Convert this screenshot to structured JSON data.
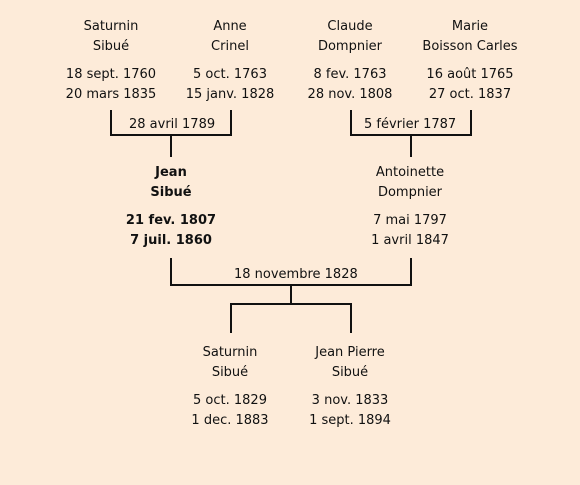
{
  "grandparents": [
    {
      "first": "Saturnin",
      "last": "Sibué",
      "born": "18 sept. 1760",
      "died": "20 mars 1835"
    },
    {
      "first": "Anne",
      "last": "Crinel",
      "born": "5 oct. 1763",
      "died": "15 janv. 1828"
    },
    {
      "first": "Claude",
      "last": "Dompnier",
      "born": "8 fev. 1763",
      "died": "28 nov. 1808"
    },
    {
      "first": "Marie",
      "last": "Boisson Carles",
      "born": "16 août 1765",
      "died": "27 oct. 1837"
    }
  ],
  "grandparent_marriages": [
    "28 avril 1789",
    "5 février 1787"
  ],
  "parents": [
    {
      "first": "Jean",
      "last": "Sibué",
      "born": "21 fev. 1807",
      "died": "7 juil. 1860"
    },
    {
      "first": "Antoinette",
      "last": "Dompnier",
      "born": "7 mai 1797",
      "died": "1 avril 1847"
    }
  ],
  "parent_marriage": "18 novembre 1828",
  "children": [
    {
      "first": "Saturnin",
      "last": "Sibué",
      "born": "5 oct. 1829",
      "died": "1 dec. 1883"
    },
    {
      "first": "Jean Pierre",
      "last": "Sibué",
      "born": "3 nov. 1833",
      "died": "1 sept. 1894"
    }
  ]
}
